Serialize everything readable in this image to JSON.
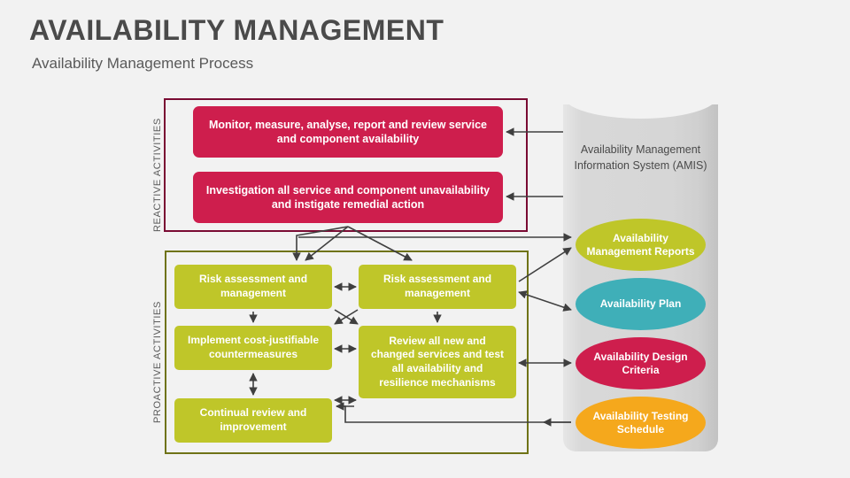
{
  "header": {
    "title": "AVAILABILITY MANAGEMENT",
    "subtitle": "Availability Management Process"
  },
  "sections": {
    "reactive_label": "REACTIVE  ACTIVITIES",
    "proactive_label": "PROACTIVE ACTIVITIES"
  },
  "reactive": {
    "boxes": [
      {
        "id": "monitor",
        "text": "Monitor, measure, analyse, report and review service and component availability"
      },
      {
        "id": "investigation",
        "text": "Investigation all service and component unavailability and instigate remedial action"
      }
    ]
  },
  "proactive": {
    "boxes": [
      {
        "id": "risk-left",
        "text": "Risk assessment and management"
      },
      {
        "id": "risk-right",
        "text": "Risk assessment and management"
      },
      {
        "id": "implement",
        "text": "Implement cost-justifiable countermeasures"
      },
      {
        "id": "review",
        "text": "Review all new and changed services and test all availability and resilience mechanisms"
      },
      {
        "id": "continual",
        "text": "Continual review and improvement"
      }
    ]
  },
  "amis": {
    "label": "Availability Management Information System (AMIS)",
    "outputs": [
      {
        "id": "reports",
        "label": "Availability Management Reports",
        "color": "#bfc629"
      },
      {
        "id": "plan",
        "label": "Availability Plan",
        "color": "#3fafb8"
      },
      {
        "id": "criteria",
        "label": "Availability Design Criteria",
        "color": "#ce1e4d"
      },
      {
        "id": "testing",
        "label": "Availability Testing Schedule",
        "color": "#f5a81c"
      }
    ]
  },
  "colors": {
    "background": "#f2f2f2",
    "red": "#ce1e4d",
    "red_border": "#7a0b33",
    "green": "#bfc629",
    "green_border": "#6f7317",
    "teal": "#3fafb8",
    "orange": "#f5a81c",
    "cylinder": "#d8d8d8",
    "arrow": "#3f3f3f",
    "title_text": "#4a4a4a"
  }
}
